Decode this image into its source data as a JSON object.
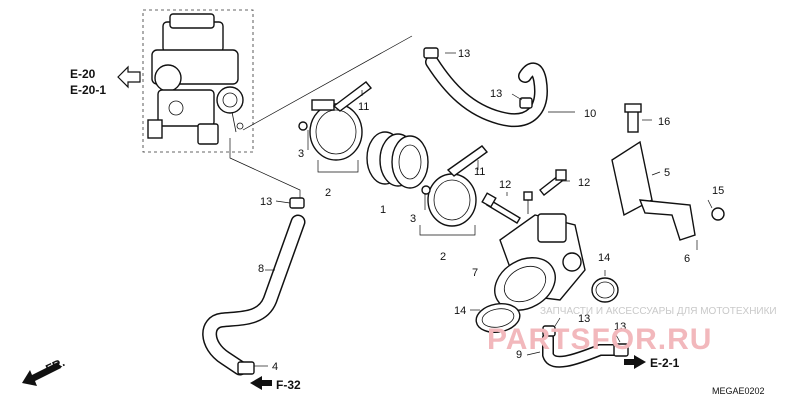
{
  "diagram": {
    "refs": {
      "e20": "E-20",
      "e20_1": "E-20-1",
      "f32": "F-32",
      "e2_1": "E-2-1",
      "fr": "FR."
    },
    "callouts": {
      "c1": "1",
      "c2a": "2",
      "c2b": "2",
      "c3a": "3",
      "c3b": "3",
      "c4": "4",
      "c5": "5",
      "c6": "6",
      "c7": "7",
      "c8": "8",
      "c9": "9",
      "c10": "10",
      "c11a": "11",
      "c11b": "11",
      "c12a": "12",
      "c12b": "12",
      "c13a": "13",
      "c13b": "13",
      "c13c": "13",
      "c13d": "13",
      "c13e": "13",
      "c14a": "14",
      "c14b": "14",
      "c15": "15",
      "c16": "16"
    },
    "diagram_code": "MEGAE0202",
    "watermark": {
      "text": "ЗАПЧАСТИ И АКСЕССУАРЫ ДЛЯ МОТОТЕХНИКИ",
      "logo": "PARTSFOR.RU"
    }
  }
}
